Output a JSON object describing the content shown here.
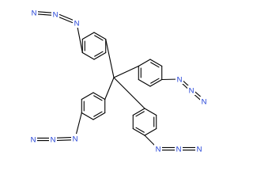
{
  "molecule": {
    "type": "skeletal-formula",
    "name": "",
    "core": "tetraphenylmethane",
    "substituent": "azide",
    "element_symbols": {
      "nitrogen": "N"
    },
    "colors": {
      "bond": "#000000",
      "nitrogen": "#1f3fd6",
      "background": "#ffffff"
    },
    "aryl_rings": [
      {
        "id": "top",
        "azide_direction": "up-left"
      },
      {
        "id": "right",
        "azide_direction": "right"
      },
      {
        "id": "bottom-left",
        "azide_direction": "left"
      },
      {
        "id": "bottom-right",
        "azide_direction": "down-right"
      }
    ]
  }
}
